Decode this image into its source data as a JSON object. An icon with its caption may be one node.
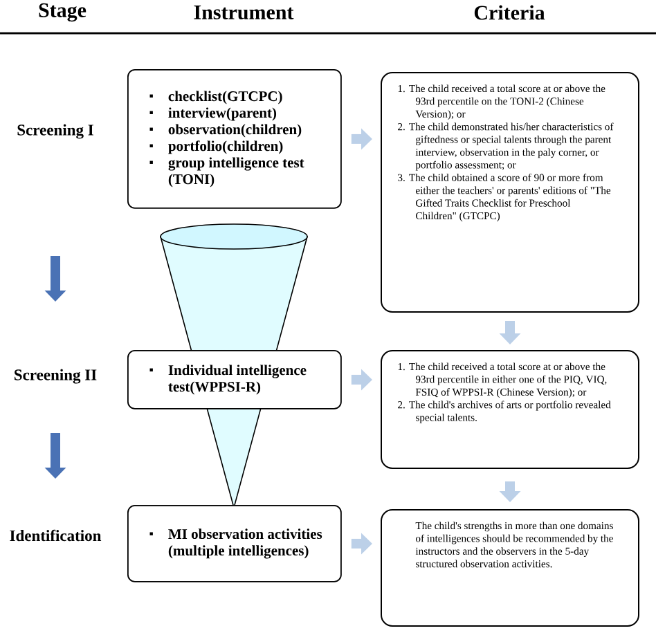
{
  "diagram": {
    "nodes": [
      {
        "text": [
          "Screening I"
        ]
      },
      {
        "text": [
          "checklist(GTCPC)",
          "interview(parent)",
          "observation(children)",
          "portfolio(children)",
          "group intelligence test (TONI)"
        ]
      },
      {
        "text": [
          "1. The child received a total score at or above the 93rd percentile on the TONI-2 (Chinese Version); or",
          "2. The child demonstrated his/her characteristics of giftedness or special talents through the parent interview, observation in the paly corner, or portfolio assessment; or",
          "3. The child obtained a score of 90 or more from either the teachers' or parents' editions of \"The Gifted Traits Checklist for Preschool Children\" (GTCPC)"
        ]
      },
      {
        "text": [
          "Screening II"
        ]
      },
      {
        "text": [
          "Individual intelligence test(WPPSI-R)"
        ]
      },
      {
        "text": [
          "1. The child received a total score at or above the 93rd percentile in either one of the PIQ, VIQ, FSIQ of WPPSI-R (Chinese Version); or",
          "2. The child's archives of arts or portfolio revealed special talents."
        ]
      },
      {
        "text": [
          "Identification"
        ]
      },
      {
        "text": [
          "MI observation activities (multiple intelligences)"
        ]
      },
      {
        "text": [
          "The child's strengths in more than one domains of intelligences should be recommended by the instructors and the observers in the 5-day structured observation activities."
        ]
      }
    ],
    "edges": [
      {
        "from": 1,
        "to": 2,
        "arrow": "to"
      },
      {
        "from": 2,
        "to": 5,
        "arrow": "to"
      },
      {
        "from": 4,
        "to": 5,
        "arrow": "to"
      },
      {
        "from": 5,
        "to": 8,
        "arrow": "to"
      },
      {
        "from": 7,
        "to": 8,
        "arrow": "to"
      }
    ],
    "labels": [
      "Stage",
      "Instrument",
      "Criteria"
    ]
  }
}
